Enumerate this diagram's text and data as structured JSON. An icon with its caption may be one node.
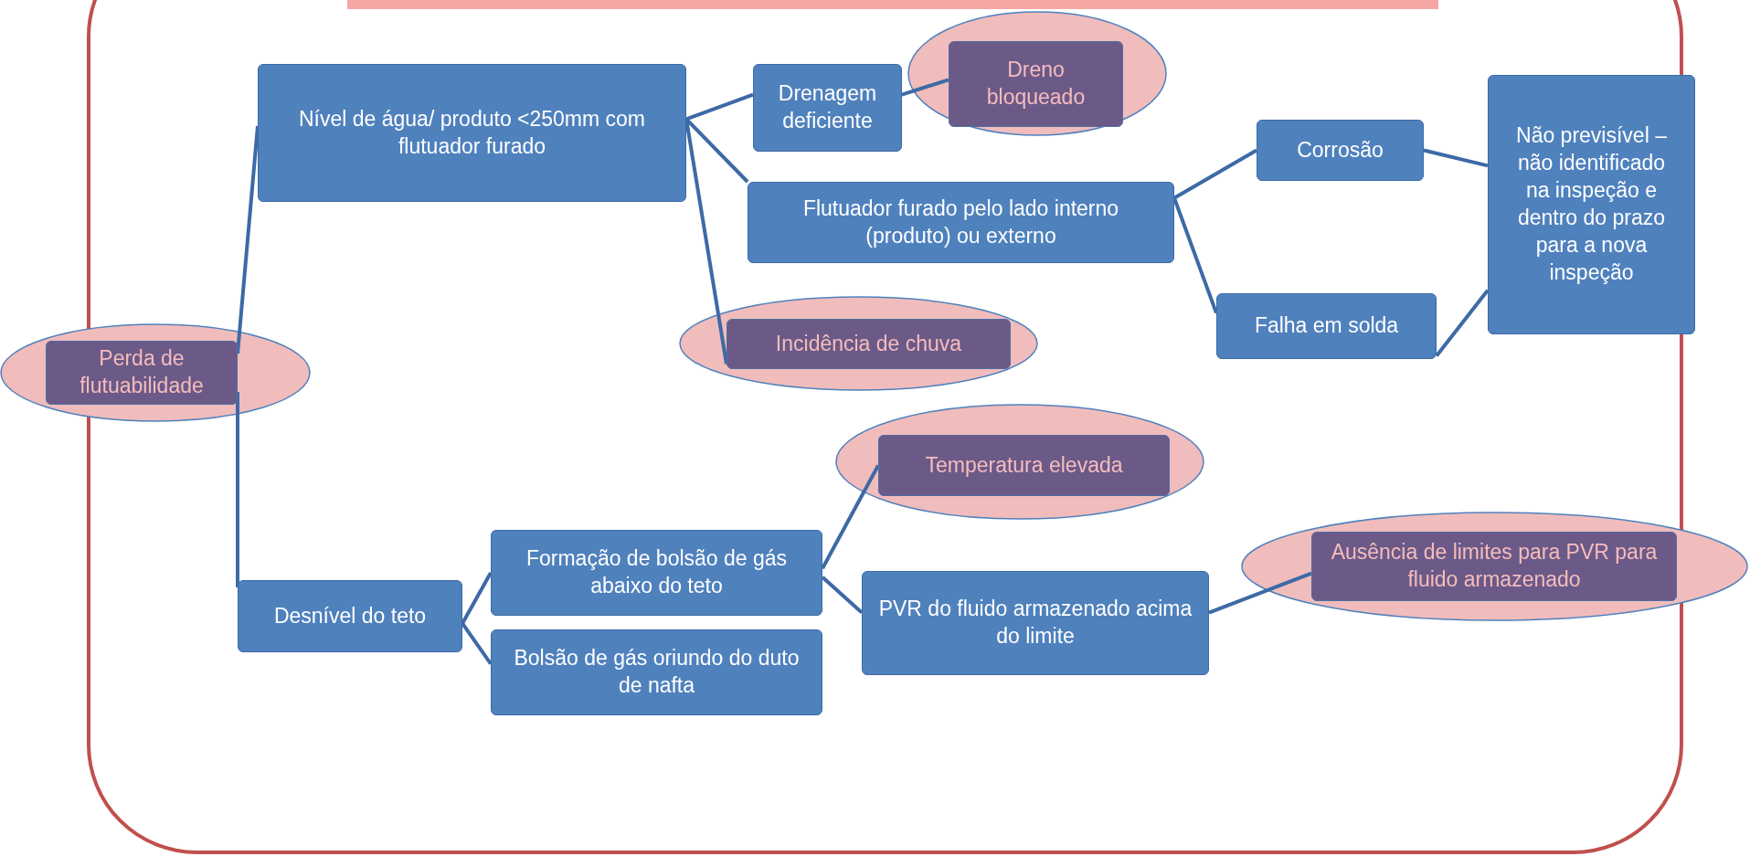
{
  "diagram": {
    "nodes": [
      {
        "text": [],
        "shape": "ellipse"
      },
      {
        "text": [
          "Perda de flutuabilidade"
        ],
        "in": 0
      },
      {
        "text": [
          "Nível de água/ produto <250mm com flutuador furado"
        ]
      },
      {
        "text": [
          "Drenagem deficiente"
        ]
      },
      {
        "text": [],
        "shape": "ellipse"
      },
      {
        "text": [
          "Dreno bloqueado"
        ],
        "in": 4
      },
      {
        "text": [
          "Flutuador furado pelo lado interno (produto) ou externo"
        ]
      },
      {
        "text": [],
        "shape": "ellipse"
      },
      {
        "text": [
          "Incidência de chuva"
        ],
        "in": 7
      },
      {
        "text": [
          "Corrosão"
        ]
      },
      {
        "text": [
          "Falha em solda"
        ]
      },
      {
        "text": [
          "Não previsível – não identificado na inspeção e dentro do prazo para a nova inspeção"
        ]
      },
      {
        "text": [
          "Desnível do teto"
        ]
      },
      {
        "text": [
          "Formação de bolsão de gás abaixo do teto"
        ]
      },
      {
        "text": [
          "Bolsão de gás oriundo do duto de nafta"
        ]
      },
      {
        "text": [],
        "shape": "ellipse"
      },
      {
        "text": [
          "Temperatura elevada"
        ],
        "in": 15
      },
      {
        "text": [
          "PVR do fluido armazenado acima do limite"
        ]
      },
      {
        "text": [],
        "shape": "ellipse"
      },
      {
        "text": [
          "Ausência de limites para PVR para fluido armazenado"
        ],
        "in": 18
      }
    ],
    "edges": [
      {
        "from": 1,
        "to": 2,
        "arrow": "none"
      },
      {
        "from": 1,
        "to": 12,
        "arrow": "none"
      },
      {
        "from": 2,
        "to": 3,
        "arrow": "none"
      },
      {
        "from": 2,
        "to": 6,
        "arrow": "none"
      },
      {
        "from": 2,
        "to": 8,
        "arrow": "none"
      },
      {
        "from": 3,
        "to": 5,
        "arrow": "none"
      },
      {
        "from": 6,
        "to": 9,
        "arrow": "none"
      },
      {
        "from": 6,
        "to": 10,
        "arrow": "none"
      },
      {
        "from": 9,
        "to": 11,
        "arrow": "none"
      },
      {
        "from": 10,
        "to": 11,
        "arrow": "none"
      },
      {
        "from": 12,
        "to": 13,
        "arrow": "none"
      },
      {
        "from": 12,
        "to": 14,
        "arrow": "none"
      },
      {
        "from": 13,
        "to": 16,
        "arrow": "none"
      },
      {
        "from": 13,
        "to": 17,
        "arrow": "none"
      },
      {
        "from": 17,
        "to": 19,
        "arrow": "none"
      }
    ]
  }
}
